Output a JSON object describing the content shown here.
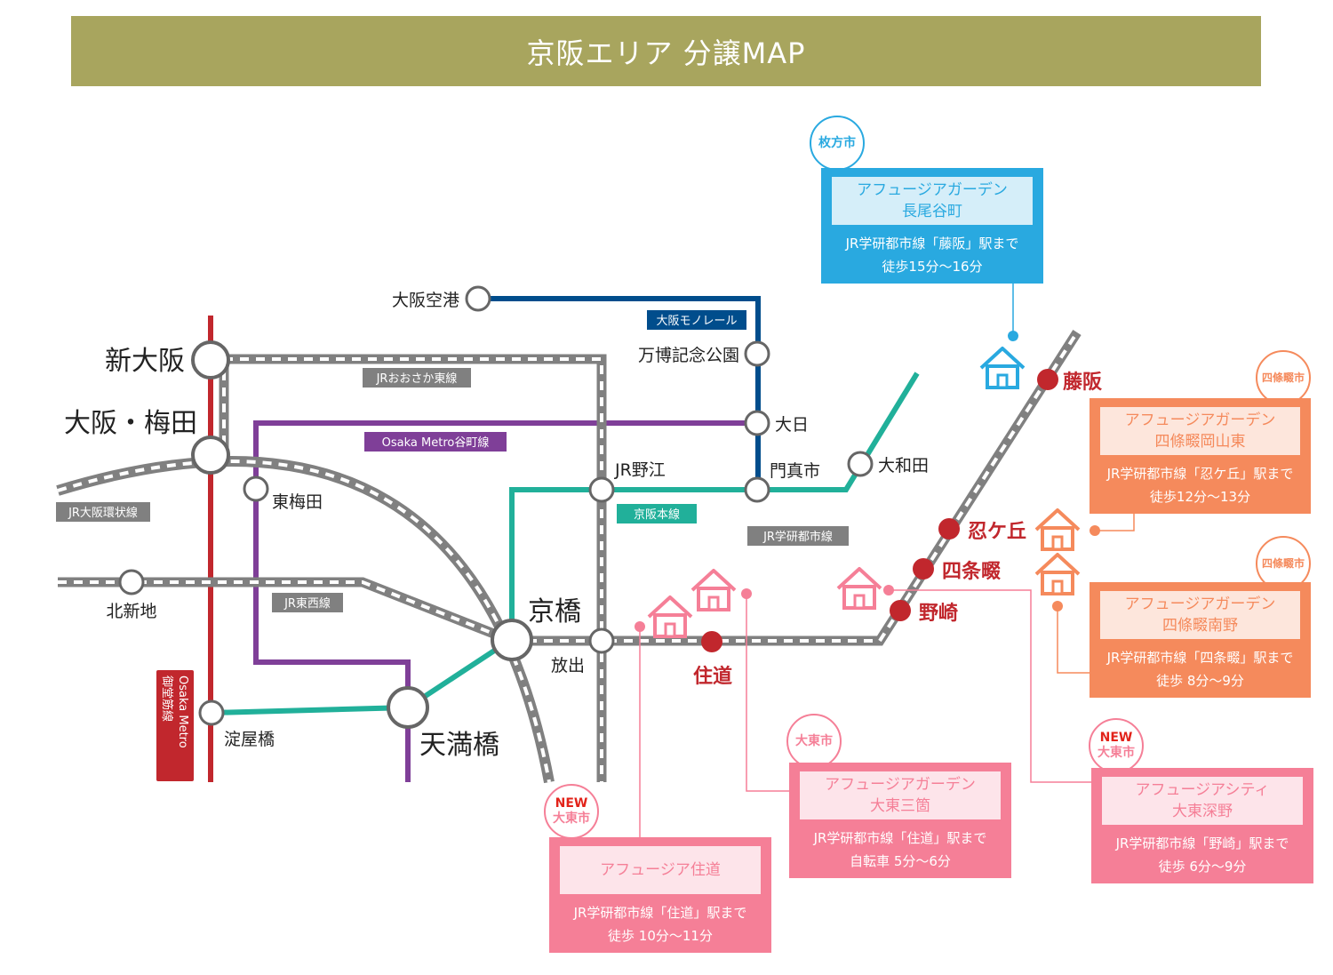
{
  "header": {
    "title": "京阪エリア 分譲MAP"
  },
  "lines": {
    "jr_osaka_higashi": "JRおおさか東線",
    "tanimachi": "Osaka Metro谷町線",
    "loop": "JR大阪環状線",
    "tozai": "JR東西線",
    "monorail": "大阪モノレール",
    "keihan": "京阪本線",
    "gakkentoshi": "JR学研都市線",
    "midosuji_1": "Osaka Metro",
    "midosuji_2": "御堂筋線"
  },
  "stations": {
    "shin_osaka": "新大阪",
    "osaka_umeda": "大阪・梅田",
    "higashi_umeda": "東梅田",
    "kitashinchi": "北新地",
    "yodoyabashi": "淀屋橋",
    "temmabashi": "天満橋",
    "kyobashi": "京橋",
    "hanaten": "放出",
    "jr_noe": "JR野江",
    "osaka_airport": "大阪空港",
    "banpaku": "万博記念公園",
    "dainichi": "大日",
    "kadoma": "門真市",
    "ohwada": "大和田",
    "suminodo": "住道",
    "nozaki": "野崎",
    "shijonawate": "四条畷",
    "shinobugaoka": "忍ケ丘",
    "fujisaka": "藤阪"
  },
  "properties": [
    {
      "city": "枚方市",
      "name_lines": [
        "アフュージアガーデン",
        "長尾谷町"
      ],
      "access": [
        "JR学研都市線「藤阪」駅まで",
        "徒歩15分～16分"
      ]
    },
    {
      "city": "四條畷市",
      "name_lines": [
        "アフュージアガーデン",
        "四條畷岡山東"
      ],
      "access": [
        "JR学研都市線「忍ケ丘」駅まで",
        "徒歩12分～13分"
      ]
    },
    {
      "city": "四條畷市",
      "name_lines": [
        "アフュージアガーデン",
        "四條畷南野"
      ],
      "access": [
        "JR学研都市線「四条畷」駅まで",
        "徒歩 8分～9分"
      ]
    },
    {
      "city": "大東市",
      "name_lines": [
        "アフュージアガーデン",
        "大東三箇"
      ],
      "access": [
        "JR学研都市線「住道」駅まで",
        "自転車 5分～6分"
      ]
    },
    {
      "badge_new": "NEW",
      "city": "大東市",
      "name_lines": [
        "アフュージアシティ",
        "大東深野"
      ],
      "access": [
        "JR学研都市線「野崎」駅まで",
        "徒歩 6分～9分"
      ]
    },
    {
      "badge_new": "NEW",
      "city": "大東市",
      "name_lines": [
        "アフュージア住道"
      ],
      "access": [
        "JR学研都市線「住道」駅まで",
        "徒歩 10分～11分"
      ]
    }
  ],
  "colors": {
    "header": "#a8a55e",
    "midosuji": "#c1272d",
    "tanimachi": "#7f3f98",
    "monorail": "#004d8c",
    "keihan": "#21b09a",
    "jr_track": "#808080",
    "target_station": "#c1272d",
    "card_blue": "#29a9e0",
    "card_orange": "#f58a5c",
    "card_pink": "#f57f97"
  }
}
